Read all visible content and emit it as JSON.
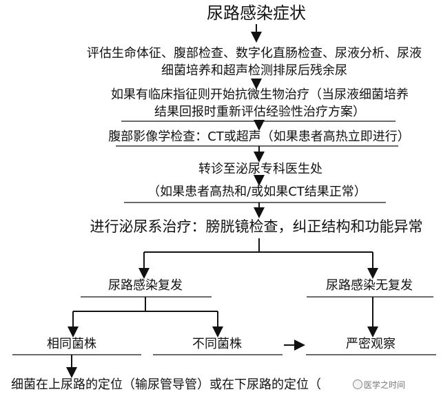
{
  "diagram": {
    "title": "尿路感染症状",
    "assessment": {
      "line1": "评估生命体征、腹部检查、数字化直肠检查、尿液分析、尿液",
      "line2": "细菌培养和超声检测排尿后残余尿"
    },
    "treatment": {
      "line1": "如果有临床指征则开始抗微生物治疗（当尿液细菌培养",
      "line2": "结果回报时重新评估经验性治疗方案）"
    },
    "imaging": "腹部影像学检查：CT或超声（如果患者高热立即进行）",
    "referral": "转诊至泌尿专科医生处",
    "referral_condition": "（如果患者高热和/或如果CT结果正常）",
    "urology_treatment": "进行泌尿系治疗：膀胱镜检查，纠正结构和功能异常",
    "recurrence": "尿路感染复发",
    "no_recurrence": "尿路感染无复发",
    "same_strain": "相同菌株",
    "different_strain": "不同菌株",
    "close_observation": "严密观察",
    "localization": "细菌在上尿路的定位（输尿管导管）或在下尿路的定位（",
    "watermark": "医学之时间"
  }
}
